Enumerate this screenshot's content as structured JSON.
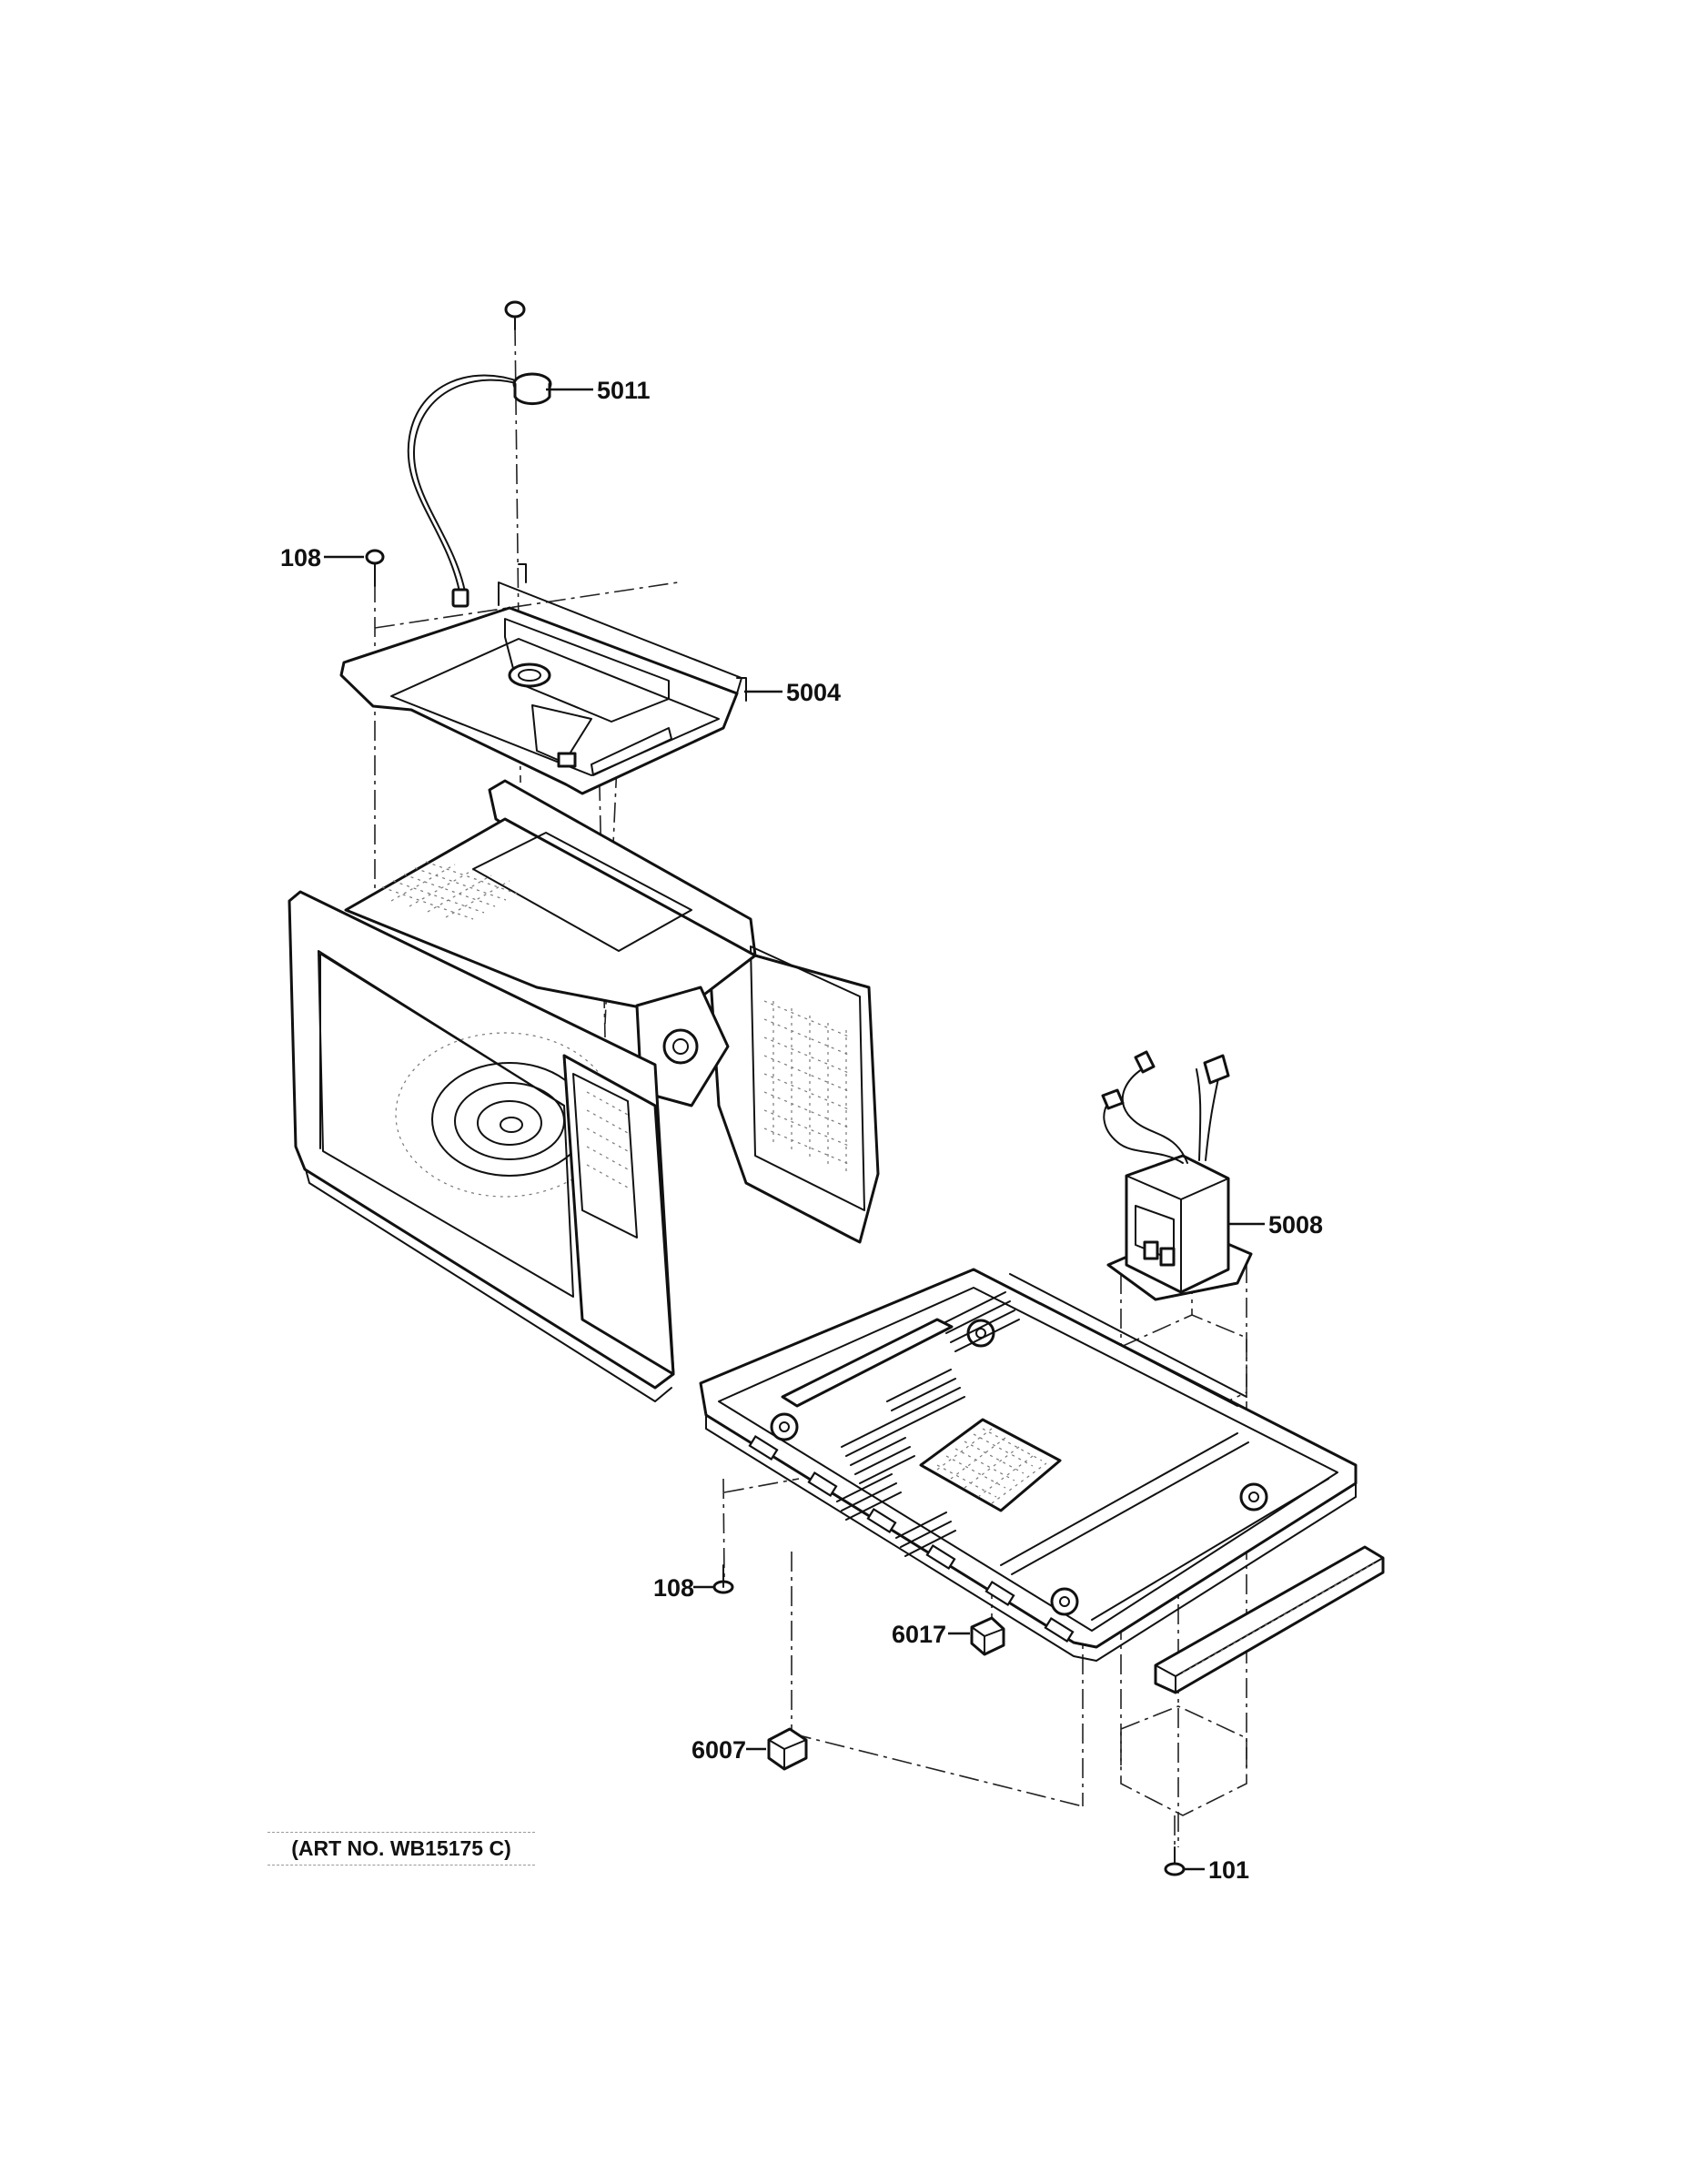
{
  "callouts": {
    "thermostat": "5011",
    "screw_top": "108",
    "top_plate": "5004",
    "transformer": "5008",
    "screw_base": "108",
    "foot_small": "6017",
    "foot_large": "6007",
    "screw_bottom": "101"
  },
  "art_number": "(ART NO. WB15175 C)"
}
